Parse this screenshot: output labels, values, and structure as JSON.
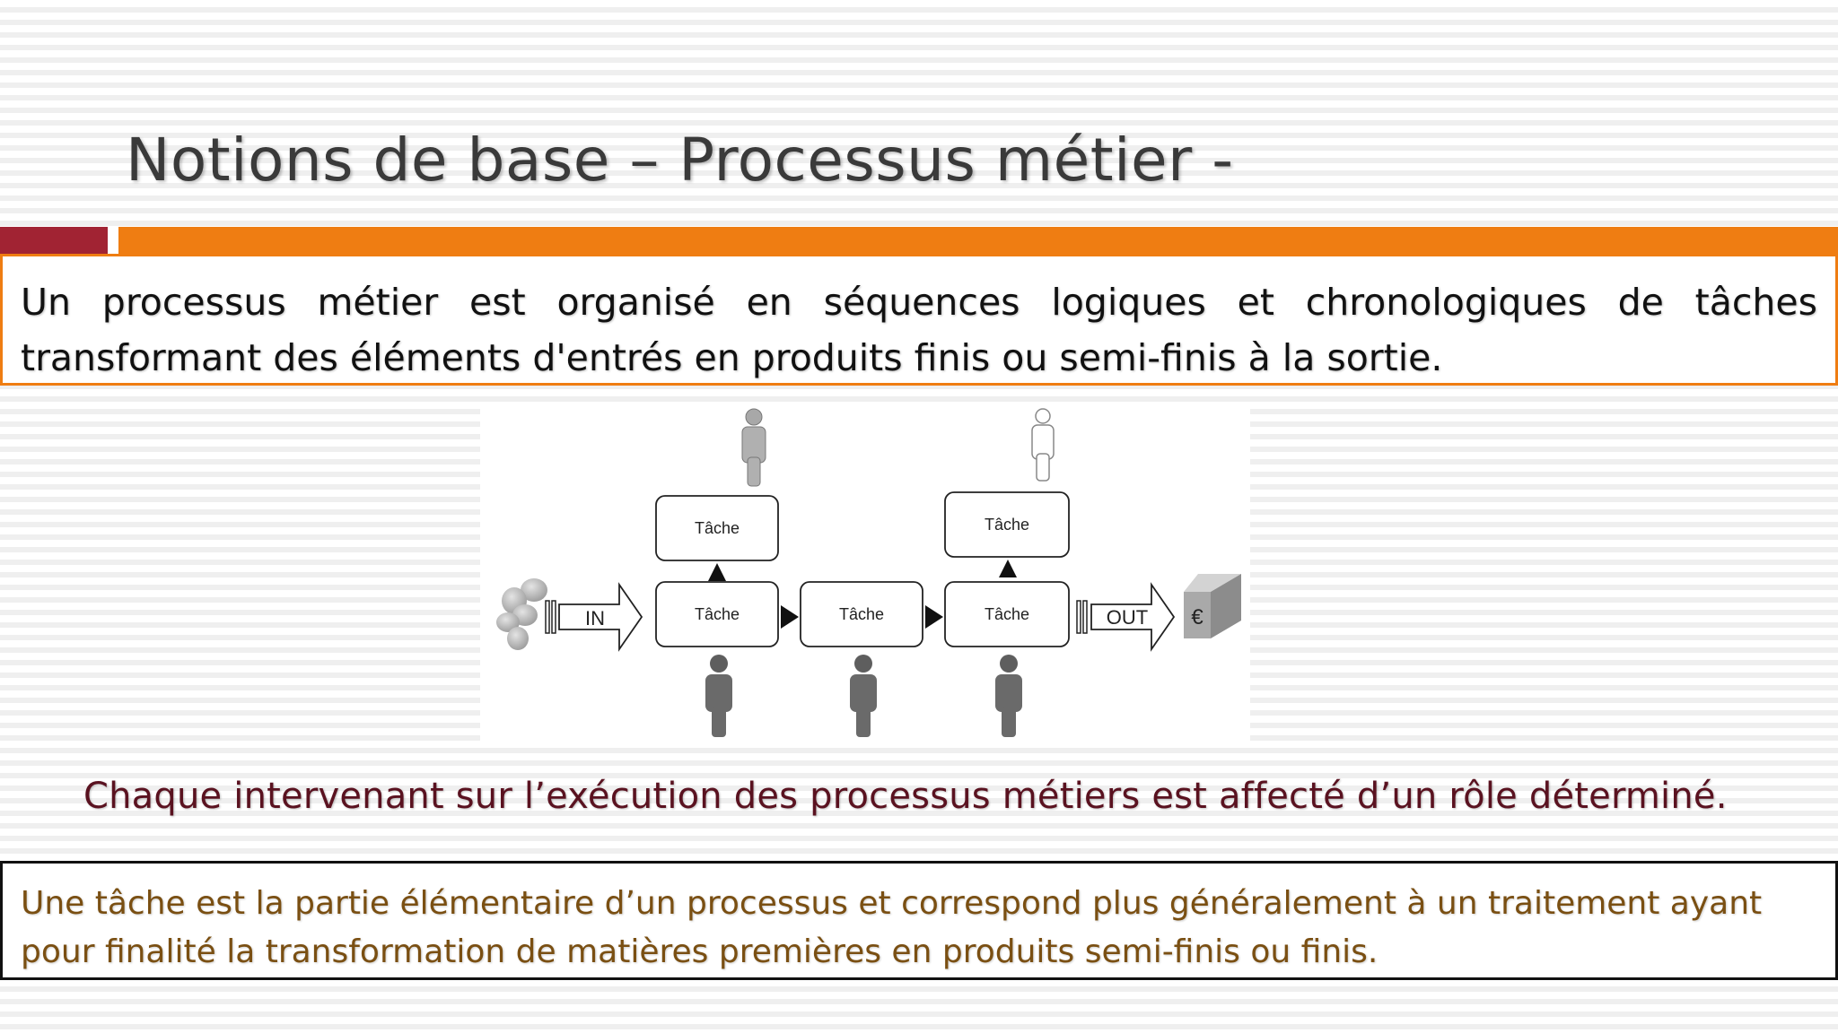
{
  "slide": {
    "title": "Notions de base – Processus métier -",
    "definition": "Un processus métier est organisé en séquences logiques et chronologiques de tâches transformant des éléments d'entrés en produits finis ou semi-finis à la sortie.",
    "role_statement": "Chaque intervenant sur l’exécution des processus métiers est affecté d’un rôle déterminé.",
    "task_definition": "Une tâche est la partie élémentaire d’un processus et correspond plus généralement à un traitement ayant pour finalité la transformation de matières premières en produits semi-finis ou finis."
  },
  "diagram": {
    "input_label": "IN",
    "output_label": "OUT",
    "product_symbol": "€",
    "tasks": {
      "upper_1": "Tâche",
      "upper_2": "Tâche",
      "main_1": "Tâche",
      "main_2": "Tâche",
      "main_3": "Tâche"
    }
  },
  "colors": {
    "title": "#3a3a3a",
    "accent_dark": "#a12333",
    "accent_orange": "#ef7d12",
    "role_text": "#5a1220",
    "task_text": "#7a4f12"
  }
}
